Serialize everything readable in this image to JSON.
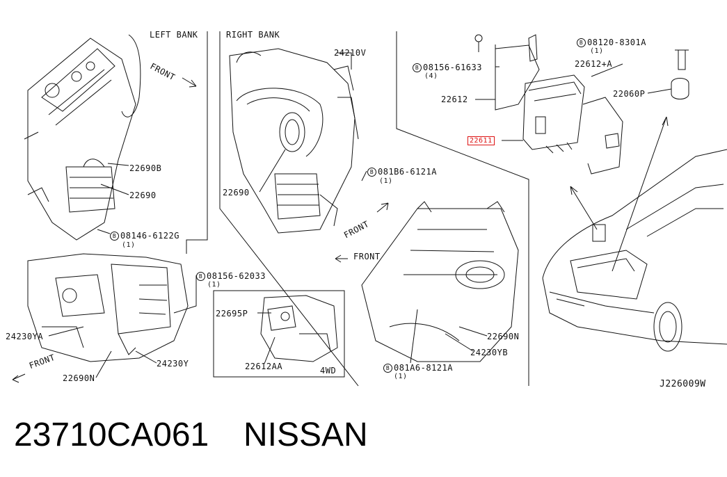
{
  "header": {
    "left_bank": "LEFT BANK",
    "right_bank": "RIGHT BANK"
  },
  "front_labels": [
    "FRONT",
    "FRONT",
    "FRONT",
    "FRONT"
  ],
  "callouts": {
    "c_24210V": "24210V",
    "c_22690B": "22690B",
    "c_22690_left": "22690",
    "c_22690_right": "22690",
    "c_08146": "08146-6122G",
    "c_08146_qty": "(1)",
    "c_081B6": "081B6-6121A",
    "c_081B6_qty": "(1)",
    "c_08156_62033": "08156-62033",
    "c_08156_62033_qty": "(1)",
    "c_24230YA": "24230YA",
    "c_22690N_left": "22690N",
    "c_24230Y": "24230Y",
    "c_22695P": "22695P",
    "c_22612AA": "22612AA",
    "c_4WD": "4WD",
    "c_08156_61633": "08156-61633",
    "c_08156_61633_qty": "(4)",
    "c_22612": "22612",
    "c_22611": "22611",
    "c_08120": "08120-8301A",
    "c_08120_qty": "(1)",
    "c_22612A": "22612+A",
    "c_22060P": "22060P",
    "c_22690N_right": "22690N",
    "c_24230YB": "24230YB",
    "c_081A6": "081A6-8121A",
    "c_081A6_qty": "(1)",
    "diagram_code": "J226009W"
  },
  "bolt_marker": "B",
  "highlight_color": "#d11111",
  "footer": {
    "part_number": "23710CA061",
    "manufacturer": "NISSAN"
  }
}
